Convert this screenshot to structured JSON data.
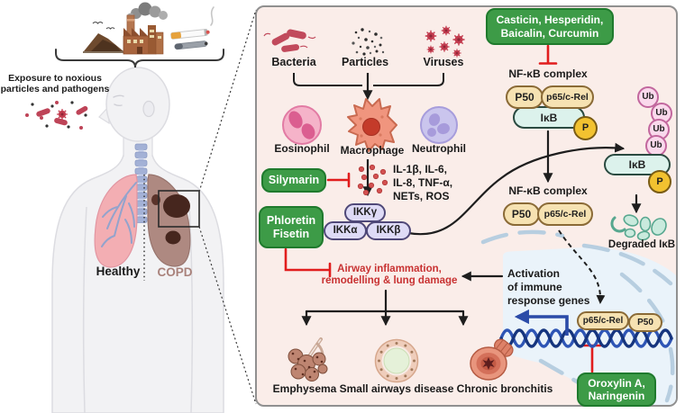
{
  "left_scene": {
    "exposure_lines": [
      "Exposure to noxious",
      "particles and pathogens"
    ],
    "exposure_text": "Exposure to noxious particles and pathogens",
    "healthy_label": "Healthy",
    "copd_label": "COPD",
    "icons": [
      "waste-pile-icon",
      "factory-smoke-icon",
      "cigarettes-icon",
      "pathogen-cluster-icon",
      "human-silhouette",
      "healthy-lung-icon",
      "copd-lung-icon",
      "inset-box"
    ]
  },
  "pathway": {
    "triggers": [
      {
        "label": "Bacteria"
      },
      {
        "label": "Particles"
      },
      {
        "label": "Viruses"
      }
    ],
    "cells": [
      {
        "label": "Eosinophil"
      },
      {
        "label": "Macrophage"
      },
      {
        "label": "Neutrophil"
      }
    ],
    "mediator_lines": [
      "IL-1β, IL-6,",
      "IL-8, TNF-α,",
      "NETs, ROS"
    ],
    "mediators_text": "IL-1β, IL-6, IL-8, TNF-α, NETs, ROS",
    "ikk_complex": {
      "gamma": "IKKγ",
      "alpha": "IKKα",
      "beta": "IKKβ"
    },
    "nfkb_complex_1": {
      "title": "NF-κB complex",
      "p50": "P50",
      "p65": "p65/c-Rel",
      "ikb": "IκB",
      "phospho": "P"
    },
    "nfkb_complex_2": {
      "title": "NF-κB complex",
      "p50": "P50",
      "p65": "p65/c-Rel"
    },
    "ubiquitin": {
      "label": "Ub",
      "count": 4
    },
    "ikb_released": {
      "ikb": "IκB",
      "phospho": "P"
    },
    "degraded_label": "Degraded IκB",
    "activation_lines": [
      "Activation",
      "of immune",
      "response genes"
    ],
    "activation_text": "Activation of immune response genes",
    "airway_lines": [
      "Airway inflammation,",
      "remodelling & lung damage"
    ],
    "airway_text": "Airway inflammation, remodelling & lung damage",
    "dna_bound": {
      "p65": "p65/c-Rel",
      "p50": "P50"
    },
    "outcomes": [
      {
        "label": "Emphysema"
      },
      {
        "label": "Small airways disease"
      },
      {
        "label": "Chronic bronchitis"
      }
    ]
  },
  "inhibitors": {
    "casticin_lines": [
      "Casticin, Hesperidin,",
      "Baicalin, Curcumin"
    ],
    "casticin_text": "Casticin, Hesperidin, Baicalin, Curcumin",
    "silymarin": "Silymarin",
    "phloretin_lines": [
      "Phloretin",
      "Fisetin"
    ],
    "phloretin_text": "Phloretin Fisetin",
    "oroxylin_lines": [
      "Oroxylin A,",
      "Naringenin"
    ],
    "oroxylin_text": "Oroxylin A, Naringenin"
  },
  "colors": {
    "panel_bg": "#faede9",
    "green_box": "#3d9b47",
    "green_border": "#1f7a2d",
    "red_inhibitor": "#e11d1d",
    "red_text": "#c83232",
    "tan_pill": "#f6e2b2",
    "cyan_pill": "#dcf2ec",
    "gold_p": "#f2c230",
    "ub_pink": "#fad9ec",
    "lavender_pill": "#dedbf6",
    "dna_blue": "#16357e",
    "nucleus_bg": "#eaf3fa",
    "healthy_lung": "#f3aeb3",
    "copd_lung": "#ae8981"
  }
}
